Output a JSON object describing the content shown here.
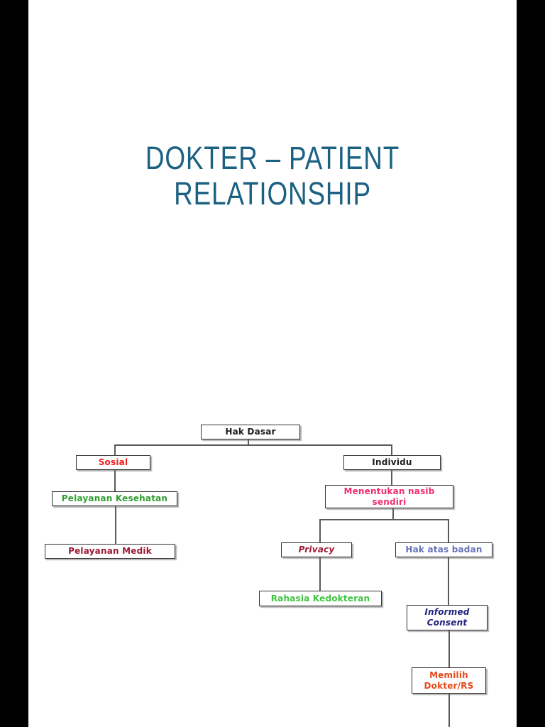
{
  "page": {
    "background_bar_color": "#000000",
    "paper_color": "#ffffff"
  },
  "title": {
    "line1": "DOKTER – PATIENT",
    "line2": "RELATIONSHIP",
    "color": "#1b6182"
  },
  "diagram": {
    "type": "flowchart",
    "box_border_color": "#333333",
    "connector_color": "#5a5a5a",
    "nodes": [
      {
        "id": "hak-dasar",
        "label": "Hak Dasar",
        "color": "#1c1c1c"
      },
      {
        "id": "sosial",
        "label": "Sosial",
        "color": "#ee1f1f"
      },
      {
        "id": "individu",
        "label": "Individu",
        "color": "#1c1c1c"
      },
      {
        "id": "pelayanan-kesehatan",
        "label": "Pelayanan Kesehatan",
        "color": "#2f9e2f"
      },
      {
        "id": "menentukan",
        "label": "Menentukan nasib sendiri",
        "color": "#f12d6d"
      },
      {
        "id": "pelayanan-medik",
        "label": "Pelayanan Medik",
        "color": "#9c1a33"
      },
      {
        "id": "privacy",
        "label": "Privacy",
        "color": "#9c1a33",
        "italic": true
      },
      {
        "id": "hak-atas-badan",
        "label": "Hak atas badan",
        "color": "#6572ba"
      },
      {
        "id": "rahasia",
        "label": "Rahasia Kedokteran",
        "color": "#3ec43e"
      },
      {
        "id": "informed",
        "label": "Informed Consent",
        "color": "#21217e",
        "italic": true
      },
      {
        "id": "memilih",
        "label": "Memilih Dokter/RS",
        "color": "#e64a1e"
      }
    ],
    "edges": [
      {
        "from": "Hak Dasar",
        "to": "Sosial"
      },
      {
        "from": "Hak Dasar",
        "to": "Individu"
      },
      {
        "from": "Sosial",
        "to": "Pelayanan Kesehatan"
      },
      {
        "from": "Pelayanan Kesehatan",
        "to": "Pelayanan Medik"
      },
      {
        "from": "Individu",
        "to": "Menentukan nasib sendiri"
      },
      {
        "from": "Menentukan nasib sendiri",
        "to": "Privacy"
      },
      {
        "from": "Menentukan nasib sendiri",
        "to": "Hak atas badan"
      },
      {
        "from": "Privacy",
        "to": "Rahasia Kedokteran"
      },
      {
        "from": "Hak atas badan",
        "to": "Informed Consent"
      },
      {
        "from": "Informed Consent",
        "to": "Memilih Dokter/RS"
      },
      {
        "from": "Memilih Dokter/RS",
        "to": "(continues off page)"
      }
    ]
  }
}
